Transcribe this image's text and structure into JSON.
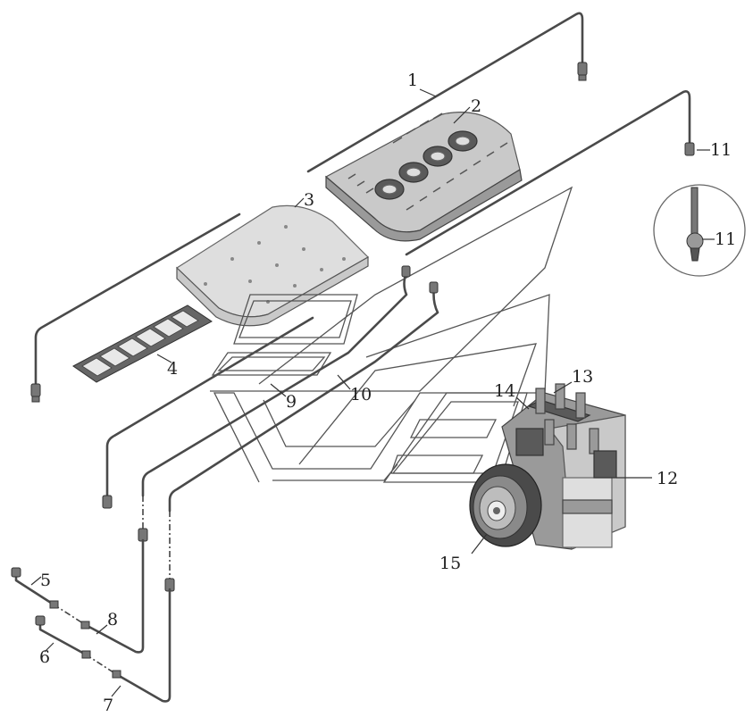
{
  "callouts": {
    "c1": "1",
    "c2": "2",
    "c3": "3",
    "c4": "4",
    "c5": "5",
    "c6": "6",
    "c7": "7",
    "c8": "8",
    "c9": "9",
    "c10": "10",
    "c11a": "11",
    "c11b": "11",
    "c12": "12",
    "c13": "13",
    "c14": "14",
    "c15": "15"
  }
}
